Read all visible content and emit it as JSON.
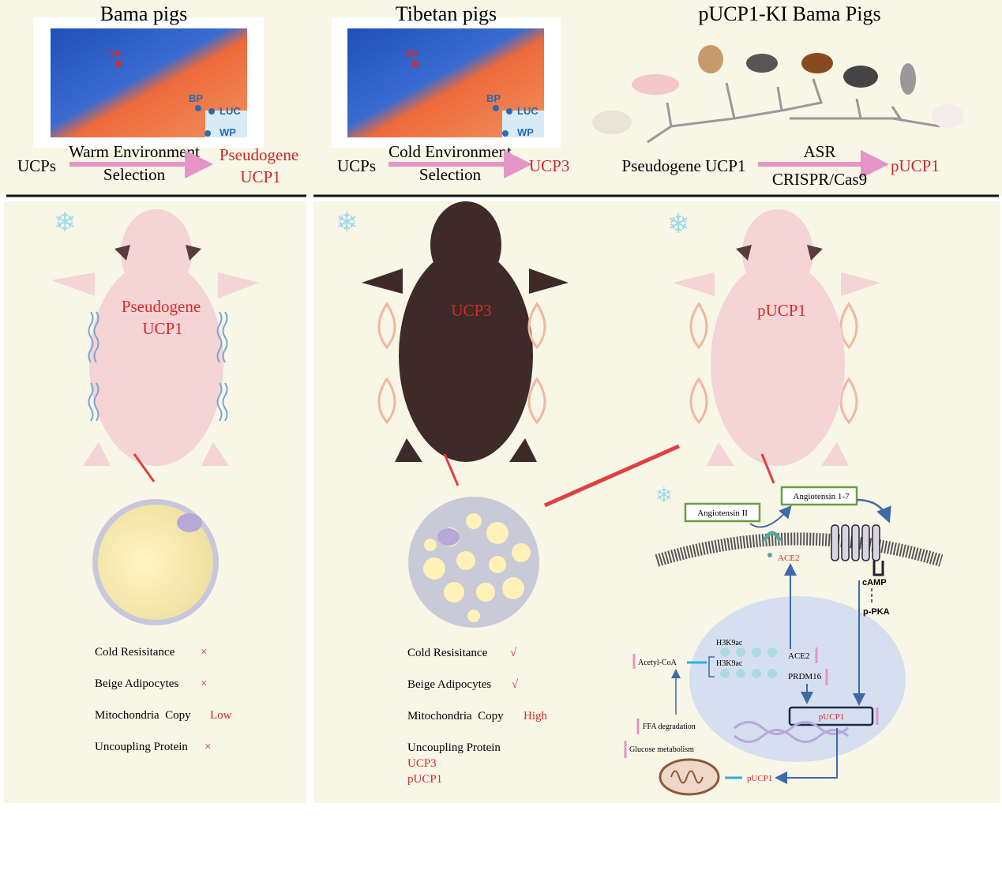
{
  "top": {
    "panel1": {
      "title": "Bama pigs",
      "left": "UCPs",
      "arrow_top": "Warm Environment",
      "arrow_bottom": "Selection",
      "result1": "Pseudogene",
      "result2": "UCP1"
    },
    "panel2": {
      "title": "Tibetan pigs",
      "left": "UCPs",
      "arrow_top": "Cold Environment",
      "arrow_bottom": "Selection",
      "result": "UCP3"
    },
    "panel3": {
      "title": "pUCP1-KI Bama Pigs",
      "left": "Pseudogene UCP1",
      "arrow_top": "ASR",
      "arrow_bottom": "CRISPR/Cas9",
      "result": "pUCP1"
    },
    "map_labels": {
      "tp": "TP",
      "bp": "BP",
      "luc": "LUC",
      "wp": "WP"
    }
  },
  "left": {
    "pig_label1": "Pseudogene",
    "pig_label2": "UCP1",
    "traits": [
      {
        "label": "Cold Resisitance",
        "value": "×"
      },
      {
        "label": "Beige Adipocytes",
        "value": "×"
      },
      {
        "label": "Mitochondria  Copy",
        "value": "Low"
      },
      {
        "label": "Uncoupling Protein",
        "value": "×"
      }
    ]
  },
  "middle": {
    "pig_label": "UCP3",
    "traits": [
      {
        "label": "Cold Resisitance",
        "value": "√"
      },
      {
        "label": "Beige Adipocytes",
        "value": "√"
      },
      {
        "label": "Mitochondria  Copy",
        "value": "High"
      },
      {
        "label": "Uncoupling Protein",
        "value": ""
      }
    ],
    "proteins": [
      "UCP3",
      "pUCP1"
    ]
  },
  "right": {
    "pig_label": "pUCP1",
    "pathway": {
      "ang2": "Angiotensin II",
      "ang17": "Angiotensin 1-7",
      "ace2_membrane": "ACE2",
      "camp": "cAMP",
      "ppka": "p-PKA",
      "h3k9ac_1": "H3K9ac",
      "h3k9ac_2": "H3K9ac",
      "ace2_gene": "ACE2",
      "prdm16": "PRDM16",
      "acetyl": "Acetyl-CoA",
      "ffa": "FFA degradation",
      "glucose": "Glucose metabolism",
      "pucp1_gene": "pUCP1",
      "pucp1_protein": "pUCP1"
    }
  },
  "colors": {
    "red": "#d8282a",
    "pink": "#e495c6",
    "blue": "#3f6aa8",
    "cream": "#f8f6e6"
  }
}
